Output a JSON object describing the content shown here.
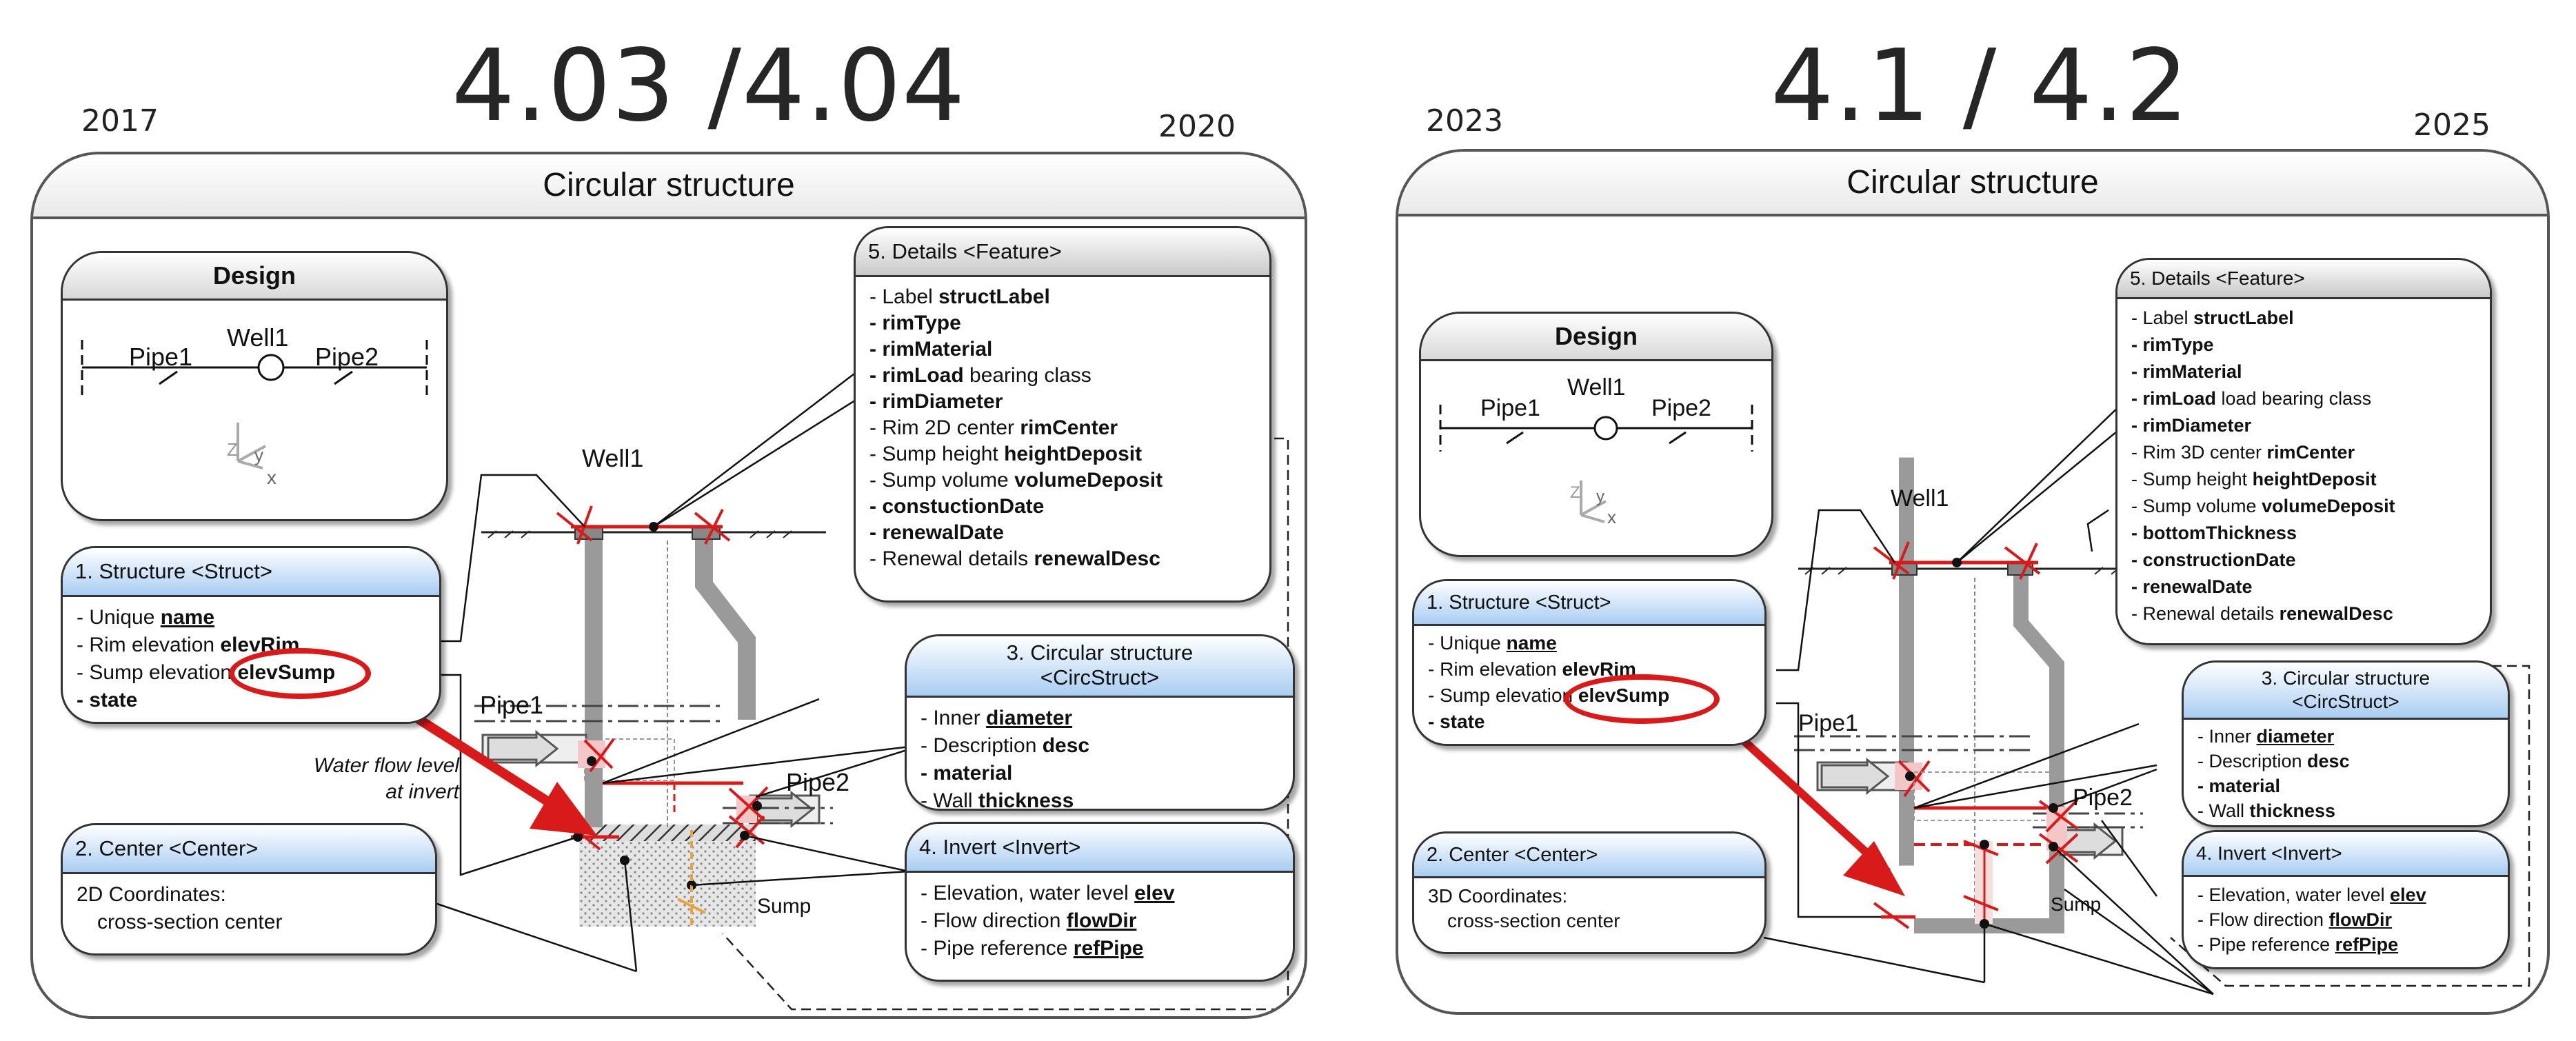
{
  "left": {
    "version": "4.03 /4.04",
    "year_start": "2017",
    "year_end": "2020",
    "title": "Circular structure",
    "design": {
      "title": "Design",
      "well": "Well1",
      "pipe1": "Pipe1",
      "pipe2": "Pipe2",
      "axis_z": "Z",
      "axis_y": "y",
      "axis_x": "x"
    },
    "well_label": "Well1",
    "pipe1_label": "Pipe1",
    "pipe2_label": "Pipe2",
    "sump_label": "Sump",
    "flow_note_1": "Water flow level",
    "flow_note_2": "at invert",
    "structure": {
      "title": "1. Structure <Struct>",
      "lines": [
        [
          "- Unique ",
          "name"
        ],
        [
          "- Rim elevation ",
          "elevRim"
        ],
        [
          "- Sump elevation ",
          "elevSump"
        ],
        [
          "",
          "- state"
        ]
      ]
    },
    "center": {
      "title": "2. Center <Center>",
      "line1": "2D Coordinates:",
      "line2": "cross-section center"
    },
    "circ": {
      "title1": "3. Circular structure",
      "title2": "<CircStruct>",
      "lines": [
        [
          "- Inner ",
          "diameter"
        ],
        [
          "- Description ",
          "desc"
        ],
        [
          "",
          "- material"
        ],
        [
          "- Wall ",
          "thickness"
        ]
      ]
    },
    "invert": {
      "title": "4. Invert <Invert>",
      "lines": [
        [
          "- Elevation, water level ",
          "elev"
        ],
        [
          "- Flow direction ",
          "flowDir"
        ],
        [
          "- Pipe reference ",
          "refPipe"
        ]
      ]
    },
    "details": {
      "title": "5. Details <Feature>",
      "lines": [
        [
          "- Label ",
          "structLabel",
          ""
        ],
        [
          "",
          "- rimType",
          ""
        ],
        [
          "",
          "- rimMaterial",
          ""
        ],
        [
          "",
          "- rimLoad",
          " bearing class"
        ],
        [
          "",
          "- rimDiameter",
          ""
        ],
        [
          "- Rim 2D center ",
          "rimCenter",
          ""
        ],
        [
          "- Sump height ",
          "heightDeposit",
          ""
        ],
        [
          "- Sump volume ",
          "volumeDeposit",
          ""
        ],
        [
          "",
          "- constuctionDate",
          ""
        ],
        [
          "",
          "- renewalDate",
          ""
        ],
        [
          "- Renewal details ",
          "renewalDesc",
          ""
        ]
      ]
    }
  },
  "right": {
    "version": "4.1 / 4.2",
    "year_start": "2023",
    "year_end": "2025",
    "title": "Circular structure",
    "design": {
      "title": "Design",
      "well": "Well1",
      "pipe1": "Pipe1",
      "pipe2": "Pipe2",
      "axis_z": "Z",
      "axis_y": "y",
      "axis_x": "x"
    },
    "well_label": "Well1",
    "pipe1_label": "Pipe1",
    "pipe2_label": "Pipe2",
    "sump_label": "Sump",
    "structure": {
      "title": "1. Structure <Struct>",
      "lines": [
        [
          "- Unique ",
          "name"
        ],
        [
          "- Rim elevation ",
          "elevRim"
        ],
        [
          "- Sump elevation ",
          "elevSump"
        ],
        [
          "",
          "- state"
        ]
      ]
    },
    "center": {
      "title": "2. Center <Center>",
      "line1": "3D Coordinates:",
      "line2": "cross-section center"
    },
    "circ": {
      "title1": "3. Circular structure",
      "title2": "<CircStruct>",
      "lines": [
        [
          "- Inner ",
          "diameter"
        ],
        [
          "- Description ",
          "desc"
        ],
        [
          "",
          "- material"
        ],
        [
          "- Wall ",
          "thickness"
        ]
      ]
    },
    "invert": {
      "title": "4. Invert <Invert>",
      "lines": [
        [
          "- Elevation, water level ",
          "elev"
        ],
        [
          "- Flow direction ",
          "flowDir"
        ],
        [
          "- Pipe reference ",
          "refPipe"
        ]
      ]
    },
    "details": {
      "title": "5. Details <Feature>",
      "lines": [
        [
          "- Label ",
          "structLabel",
          ""
        ],
        [
          "",
          "- rimType",
          ""
        ],
        [
          "",
          "- rimMaterial",
          ""
        ],
        [
          "",
          "- rimLoad",
          " load bearing class"
        ],
        [
          "",
          "- rimDiameter",
          ""
        ],
        [
          "- Rim 3D center ",
          "rimCenter",
          ""
        ],
        [
          "- Sump height ",
          "heightDeposit",
          ""
        ],
        [
          "- Sump volume ",
          "volumeDeposit",
          ""
        ],
        [
          "",
          "- bottomThickness",
          ""
        ],
        [
          "",
          "- constructionDate",
          ""
        ],
        [
          "",
          "- renewalDate",
          ""
        ],
        [
          "- Renewal details ",
          "renewalDesc",
          ""
        ]
      ]
    }
  },
  "colors": {
    "accent_red": "#d81a1a",
    "header_blue": "#a9cdf2",
    "header_grey": "#c9c9c9",
    "pipe_grey": "#9a9a9a"
  }
}
